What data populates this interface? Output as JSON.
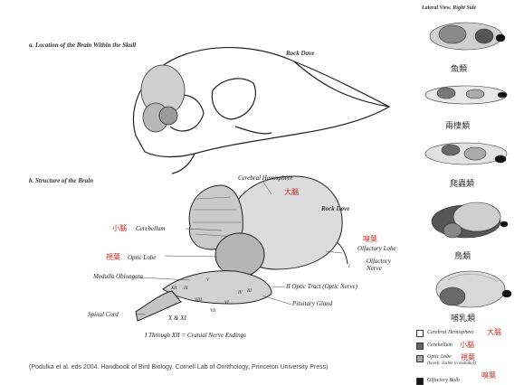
{
  "header": {
    "lateral_view": "Lateral View, Right Side"
  },
  "panel_a": {
    "title": "a. Location of the Brain Within the Skull",
    "species": "Rock Dove"
  },
  "panel_b": {
    "title": "b. Structure of the Brain",
    "species": "Rock Dove",
    "labels": {
      "cerebral_hemisphere": "Cerebral Hemisphere",
      "cerebral_hemisphere_cn": "大腦",
      "cerebellum": "Cerebellum",
      "cerebellum_cn": "小腦",
      "optic_lobe": "Optic Lobe",
      "optic_lobe_cn": "視葉",
      "olfactory_lobe": "Olfactory Lobe",
      "olfactory_lobe_cn": "嗅葉",
      "olfactory_nerve": "Olfactory Nerve",
      "medulla": "Medulla Oblongata",
      "optic_tract": "II  Optic Tract (Optic Nerve)",
      "pituitary": "Pituitary Gland",
      "spinal_cord": "Spinal Cord",
      "x_xi": "X & XI",
      "cranial_note": "I Through XII = Cranial Nerve Endings",
      "numerals": [
        "XII",
        "IX",
        "VIII",
        "VII",
        "VI",
        "IV",
        "III",
        "V",
        "I"
      ]
    }
  },
  "citation": "(Podulka et al. eds 2004. Handbook of Bird Biology. Cornell Lab of Omithology, Princeton University Press)",
  "classes": [
    "魚類",
    "兩棲類",
    "爬蟲類",
    "鳥類",
    "哺乳類"
  ],
  "legend": {
    "cerebral": "Cerebral Hemisphere",
    "cerebral_cn": "大腦",
    "cerebellum": "Cerebellum",
    "cerebellum_cn": "小腦",
    "optic": "Optic Lobe",
    "optic_note": "(barely visible in mammal)",
    "optic_cn": "視葉",
    "olfactory": "Olfactory Bulb",
    "olfactory_cn": "嗅葉"
  }
}
